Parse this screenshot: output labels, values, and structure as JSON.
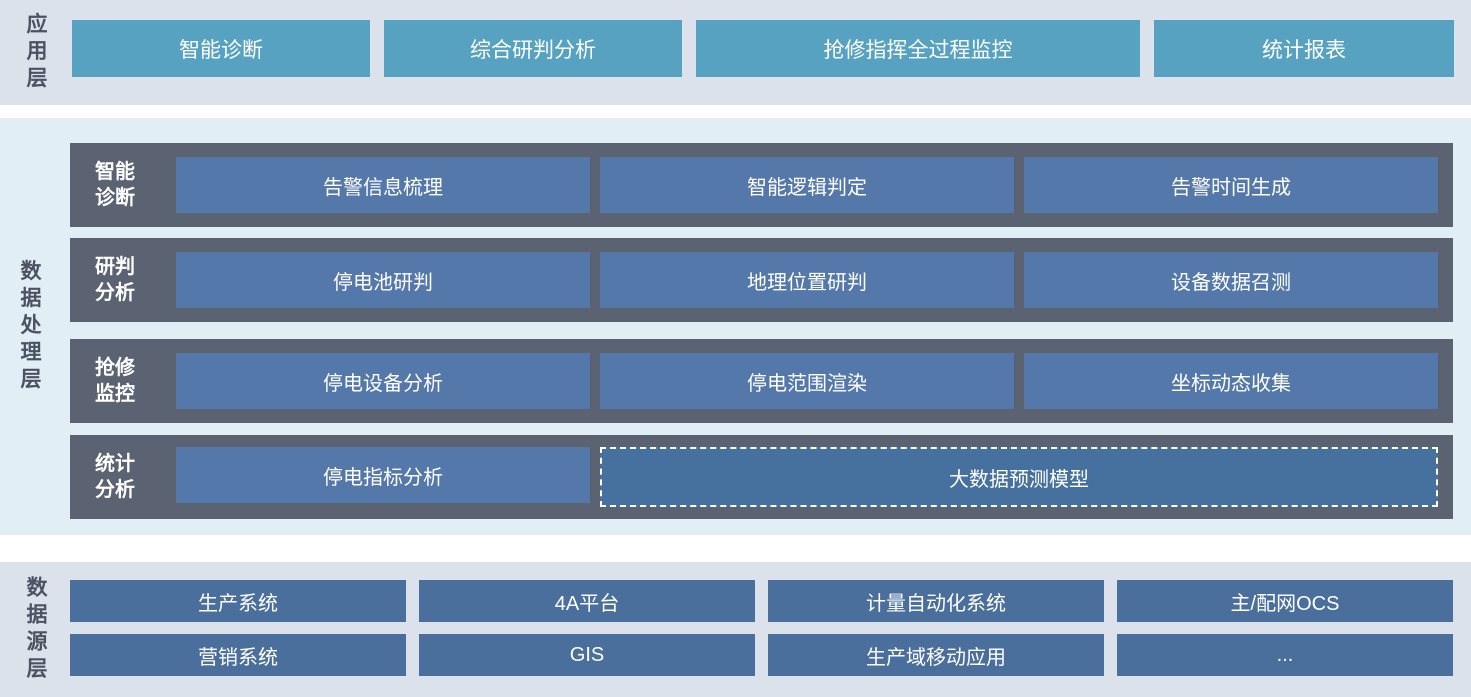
{
  "colors": {
    "band_gray": "#dce2eb",
    "band_blue": "#e2eef5",
    "teal_button": "#57a2c1",
    "dark_row_container": "#5b6272",
    "process_button": "#5478aa",
    "dashed_button_fill": "#46709d",
    "source_button": "#4a6f9d",
    "layer_label_text": "#4b5363",
    "button_text": "#ffffff"
  },
  "app_layer": {
    "label": "应用层",
    "buttons": [
      "智能诊断",
      "综合研判分析",
      "抢修指挥全过程监控",
      "统计报表"
    ]
  },
  "processing_layer": {
    "label": "数据处理层",
    "rows": [
      {
        "label": "智能\n诊断",
        "buttons": [
          "告警信息梳理",
          "智能逻辑判定",
          "告警时间生成"
        ]
      },
      {
        "label": "研判\n分析",
        "buttons": [
          "停电池研判",
          "地理位置研判",
          "设备数据召测"
        ]
      },
      {
        "label": "抢修\n监控",
        "buttons": [
          "停电设备分析",
          "停电范围渲染",
          "坐标动态收集"
        ]
      },
      {
        "label": "统计\n分析",
        "buttons": [
          "停电指标分析"
        ],
        "dashed_button": "大数据预测模型"
      }
    ]
  },
  "source_layer": {
    "label": "数据源层",
    "rows": [
      [
        "生产系统",
        "4A平台",
        "计量自动化系统",
        "主/配网OCS"
      ],
      [
        "营销系统",
        "GIS",
        "生产域移动应用",
        "..."
      ]
    ]
  }
}
